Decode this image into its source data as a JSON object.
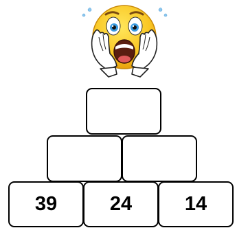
{
  "emoji": {
    "icon": "scared-face-icon",
    "face_color": "#F9C623",
    "eye_color": "#3A9BE0"
  },
  "pyramid": {
    "top": "",
    "middle": [
      "",
      ""
    ],
    "bottom": [
      "39",
      "24",
      "14"
    ]
  }
}
